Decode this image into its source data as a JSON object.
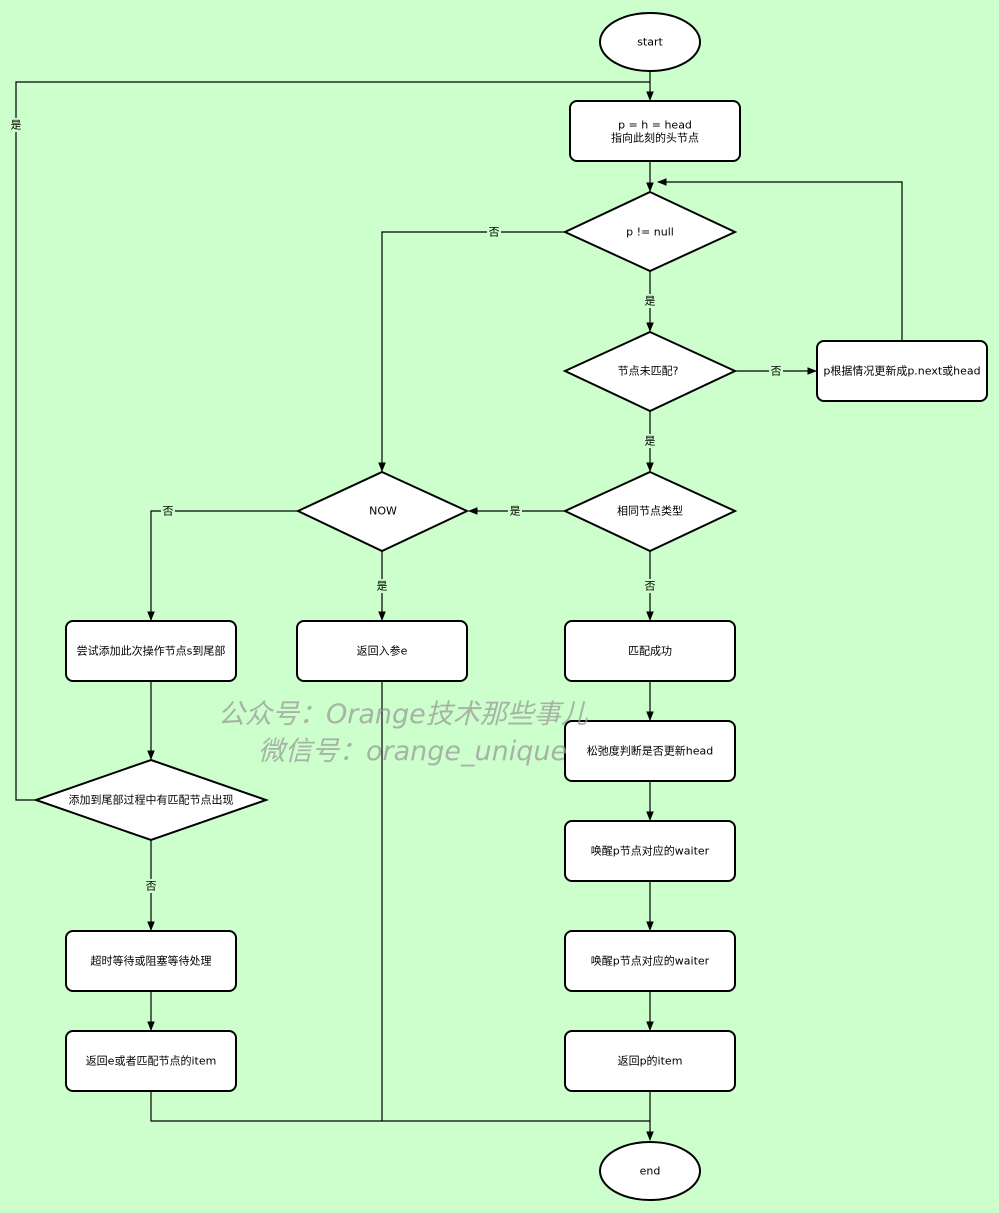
{
  "nodes": {
    "start": "start",
    "init_line1": "p = h = head",
    "init_line2": "指向此刻的头节点",
    "p_not_null": "p != null",
    "unmatched": "节点未匹配?",
    "advance_p": "p根据情况更新成p.next或head",
    "same_type": "相同节点类型",
    "now": "NOW",
    "try_append": "尝试添加此次操作节点s到尾部",
    "return_e": "返回入参e",
    "match_ok": "匹配成功",
    "slack": "松弛度判断是否更新head",
    "wake1": "唤醒p节点对应的waiter",
    "wake2": "唤醒p节点对应的waiter",
    "return_item": "返回p的item",
    "append_check": "添加到尾部过程中有匹配节点出现",
    "wait": "超时等待或阻塞等待处理",
    "return_e_or_item": "返回e或者匹配节点的item",
    "end": "end"
  },
  "edge_labels": {
    "loop_yes": "是",
    "pnull_no": "否",
    "pnull_yes": "是",
    "unmatched_no": "否",
    "unmatched_yes": "是",
    "same_yes": "是",
    "same_no": "否",
    "now_no": "否",
    "now_yes": "是",
    "append_no": "否"
  },
  "watermark": {
    "line1": "公众号：Orange技术那些事儿",
    "line2": "微信号：orange_unique"
  }
}
